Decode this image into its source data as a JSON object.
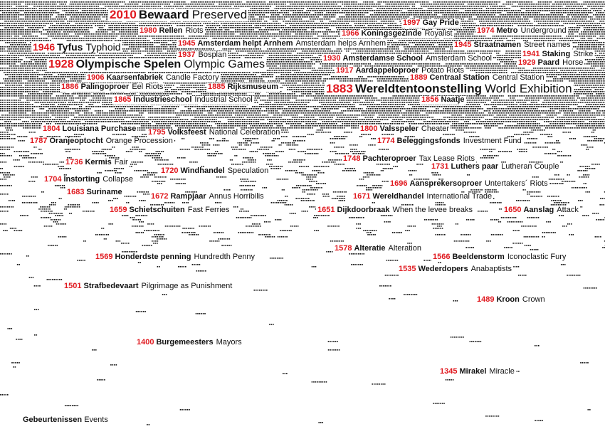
{
  "colors": {
    "accent": "#e0191f",
    "text": "#111111",
    "background": "#ffffff"
  },
  "legend": {
    "nl": "Gebeurtenissen",
    "en": "Events"
  },
  "events": [
    {
      "year": "2010",
      "nl": "Bewaard",
      "en": "Preserved"
    },
    {
      "year": "1997",
      "nl": "Gay Pride",
      "en": ""
    },
    {
      "year": "1980",
      "nl": "Rellen",
      "en": "Riots"
    },
    {
      "year": "1966",
      "nl": "Koningsgezinde",
      "en": "Royalist"
    },
    {
      "year": "1974",
      "nl": "Metro",
      "en": "Underground"
    },
    {
      "year": "1946",
      "nl": "Tyfus",
      "en": "Typhoid"
    },
    {
      "year": "1945",
      "nl": "Amsterdam helpt Arnhem",
      "en": "Amsterdam helps Arnhem"
    },
    {
      "year": "1945",
      "nl": "Straatnamen",
      "en": "Street names"
    },
    {
      "year": "1937",
      "nl": "",
      "en": "Bosplan"
    },
    {
      "year": "1930",
      "nl": "Amsterdamse School",
      "en": "Amsterdam School"
    },
    {
      "year": "1941",
      "nl": "Staking",
      "en": "Strike"
    },
    {
      "year": "1928",
      "nl": "Olympische Spelen",
      "en": "Olympic Games"
    },
    {
      "year": "1929",
      "nl": "Paard",
      "en": "Horse"
    },
    {
      "year": "1917",
      "nl": "Aardappeloproer",
      "en": "Potato Riots"
    },
    {
      "year": "1906",
      "nl": "Kaarsenfabriek",
      "en": "Candle Factory"
    },
    {
      "year": "1889",
      "nl": "Centraal Station",
      "en": "Central Station"
    },
    {
      "year": "1886",
      "nl": "Palingoproer",
      "en": "Eel Riots"
    },
    {
      "year": "1885",
      "nl": "Rijksmuseum",
      "en": ""
    },
    {
      "year": "1883",
      "nl": "Wereldtentoonstelling",
      "en": "World Exhibition"
    },
    {
      "year": "1865",
      "nl": "Industrieschool",
      "en": "Industrial School"
    },
    {
      "year": "1856",
      "nl": "Naatje",
      "en": ""
    },
    {
      "year": "1804",
      "nl": "Louisiana Purchase",
      "en": ""
    },
    {
      "year": "1795",
      "nl": "Volksfeest",
      "en": "National Celebration"
    },
    {
      "year": "1800",
      "nl": "Valsspeler",
      "en": "Cheater"
    },
    {
      "year": "1787",
      "nl": "Oranjeoptocht",
      "en": "Orange Procession"
    },
    {
      "year": "1774",
      "nl": "Beleggingsfonds",
      "en": "Investment Fund"
    },
    {
      "year": "1736",
      "nl": "Kermis",
      "en": "Fair"
    },
    {
      "year": "1748",
      "nl": "Pachteroproer",
      "en": "Tax Lease Riots"
    },
    {
      "year": "1720",
      "nl": "Windhandel",
      "en": "Speculation"
    },
    {
      "year": "1731",
      "nl": "Luthers paar",
      "en": "Lutheran Couple"
    },
    {
      "year": "1704",
      "nl": "Instorting",
      "en": "Collapse"
    },
    {
      "year": "1696",
      "nl": "Aansprekersoproer",
      "en": "Untertakers´ Riots"
    },
    {
      "year": "1683",
      "nl": "Suriname",
      "en": ""
    },
    {
      "year": "1672",
      "nl": "Rampjaar",
      "en": "Annus Horribilis"
    },
    {
      "year": "1671",
      "nl": "Wereldhandel",
      "en": "International Trade"
    },
    {
      "year": "1659",
      "nl": "Schietschuiten",
      "en": "Fast Ferries"
    },
    {
      "year": "1651",
      "nl": "Dijkdoorbraak",
      "en": "When the levee breaks"
    },
    {
      "year": "1650",
      "nl": "Aanslag",
      "en": "Attack"
    },
    {
      "year": "1578",
      "nl": "Alteratie",
      "en": "Alteration"
    },
    {
      "year": "1569",
      "nl": "Honderdste penning",
      "en": "Hundredth Penny"
    },
    {
      "year": "1566",
      "nl": "Beeldenstorm",
      "en": "Iconoclastic Fury"
    },
    {
      "year": "1535",
      "nl": "Wederdopers",
      "en": "Anabaptists"
    },
    {
      "year": "1501",
      "nl": "Strafbedevaart",
      "en": "Pilgrimage as Punishment"
    },
    {
      "year": "1489",
      "nl": "Kroon",
      "en": "Crown"
    },
    {
      "year": "1400",
      "nl": "Burgemeesters",
      "en": "Mayors"
    },
    {
      "year": "1345",
      "nl": "Mirakel",
      "en": "Miracle"
    }
  ]
}
